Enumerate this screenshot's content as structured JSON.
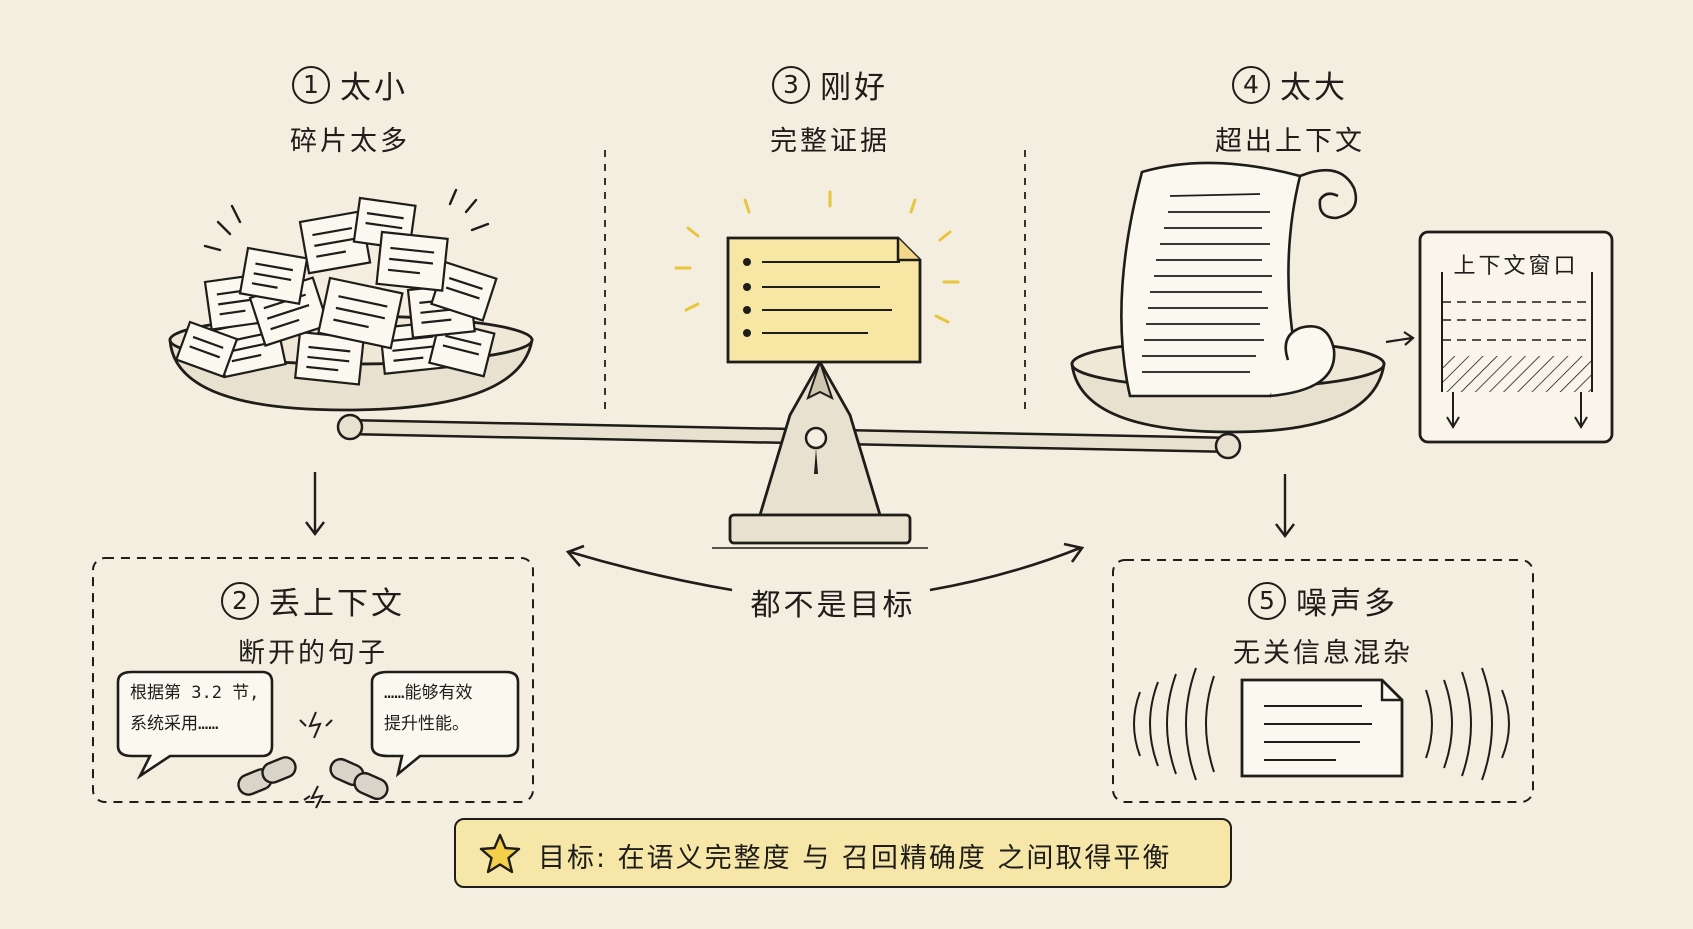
{
  "stages": [
    {
      "num": "1",
      "title": "太小",
      "subtitle": "碎片太多"
    },
    {
      "num": "2",
      "title": "丢上下文",
      "subtitle": "断开的句子"
    },
    {
      "num": "3",
      "title": "刚好",
      "subtitle": "完整证据"
    },
    {
      "num": "4",
      "title": "太大",
      "subtitle": "超出上下文"
    },
    {
      "num": "5",
      "title": "噪声多",
      "subtitle": "无关信息混杂"
    }
  ],
  "bubbles": {
    "left": [
      "根据第 3.2 节,",
      "系统采用……"
    ],
    "right": [
      "……能够有效",
      "提升性能。"
    ]
  },
  "context_window_label": "上下文窗口",
  "neither_label": "都不是目标",
  "goal": {
    "text": "目标: 在语义完整度 与 召回精确度 之间取得平衡",
    "icon": "star-icon"
  },
  "colors": {
    "background": "#f4eee1",
    "ink": "#1f1d1a",
    "highlight": "#f6e7a9",
    "star": "#f3cf4b",
    "rays": "#e8c63c"
  }
}
